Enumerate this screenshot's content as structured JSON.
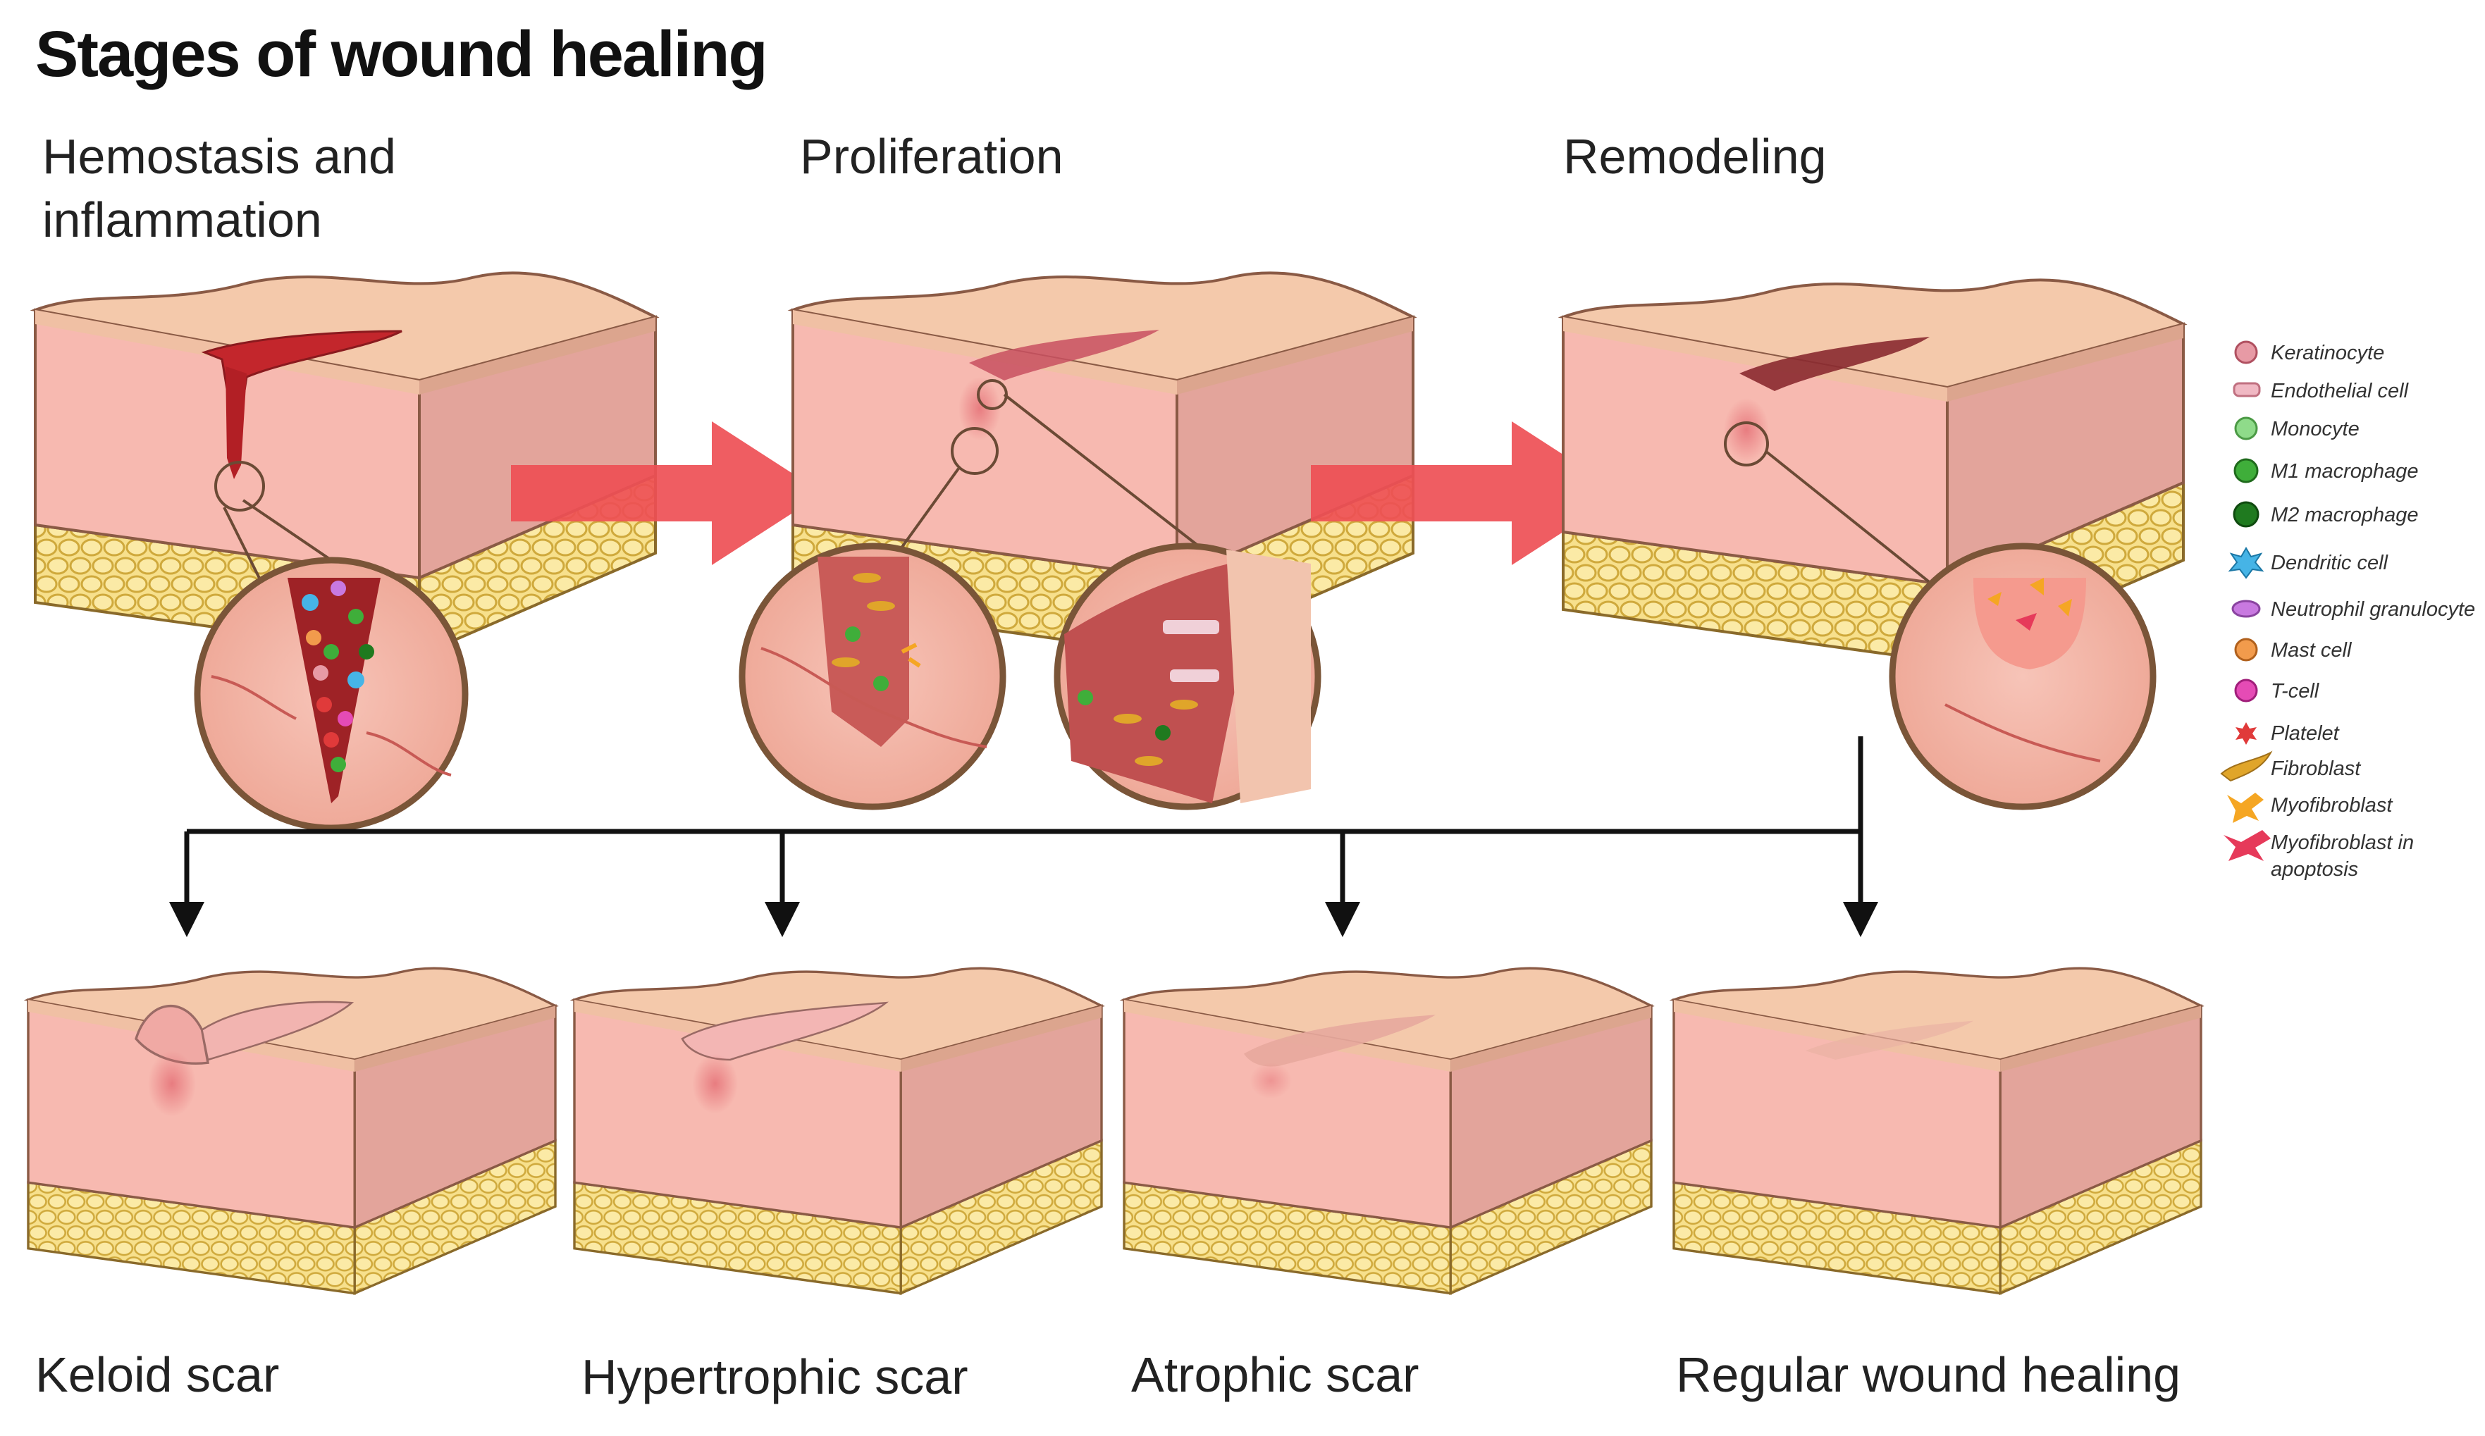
{
  "title": "Stages of wound healing",
  "stages": [
    {
      "label_line1": "Hemostasis and",
      "label_line2": "inflammation"
    },
    {
      "label_line1": "Proliferation",
      "label_line2": ""
    },
    {
      "label_line1": "Remodeling",
      "label_line2": ""
    }
  ],
  "outcomes": [
    {
      "label": "Keloid scar"
    },
    {
      "label": "Hypertrophic scar"
    },
    {
      "label": "Atrophic scar"
    },
    {
      "label": "Regular wound healing"
    }
  ],
  "legend": [
    {
      "label": "Keratinocyte",
      "icon": "keratinocyte-icon",
      "color": "#e79aa5"
    },
    {
      "label": "Endothelial cell",
      "icon": "endothelial-cell-icon",
      "color": "#f0b8c3"
    },
    {
      "label": "Monocyte",
      "icon": "monocyte-icon",
      "color": "#8fdb8a"
    },
    {
      "label": "M1 macrophage",
      "icon": "m1-macrophage-icon",
      "color": "#3fae3a"
    },
    {
      "label": "M2 macrophage",
      "icon": "m2-macrophage-icon",
      "color": "#1f7a1f"
    },
    {
      "label": "Dendritic cell",
      "icon": "dendritic-cell-icon",
      "color": "#46b4e6"
    },
    {
      "label": "Neutrophil granulocyte",
      "icon": "neutrophil-icon",
      "color": "#c879e0"
    },
    {
      "label": "Mast cell",
      "icon": "mast-cell-icon",
      "color": "#f29b4c"
    },
    {
      "label": "T-cell",
      "icon": "t-cell-icon",
      "color": "#e54bb5"
    },
    {
      "label": "Platelet",
      "icon": "platelet-icon",
      "color": "#e03a3a"
    },
    {
      "label": "Fibroblast",
      "icon": "fibroblast-icon",
      "color": "#e0a52a"
    },
    {
      "label": "Myofibroblast",
      "icon": "myofibroblast-icon",
      "color": "#f5a623"
    },
    {
      "label": "Myofibroblast in",
      "label_line2": "apoptosis",
      "icon": "apoptotic-myofibroblast-icon",
      "color": "#e63a5a"
    }
  ],
  "colors": {
    "skin_top": "#f3c8a9",
    "skin_front": "#f6b9b0",
    "skin_side": "#e5a59c",
    "fat": "#f6e08a",
    "fat_edge": "#c9a53a",
    "wound": "#c3262c",
    "arrow": "#ee4f55"
  }
}
